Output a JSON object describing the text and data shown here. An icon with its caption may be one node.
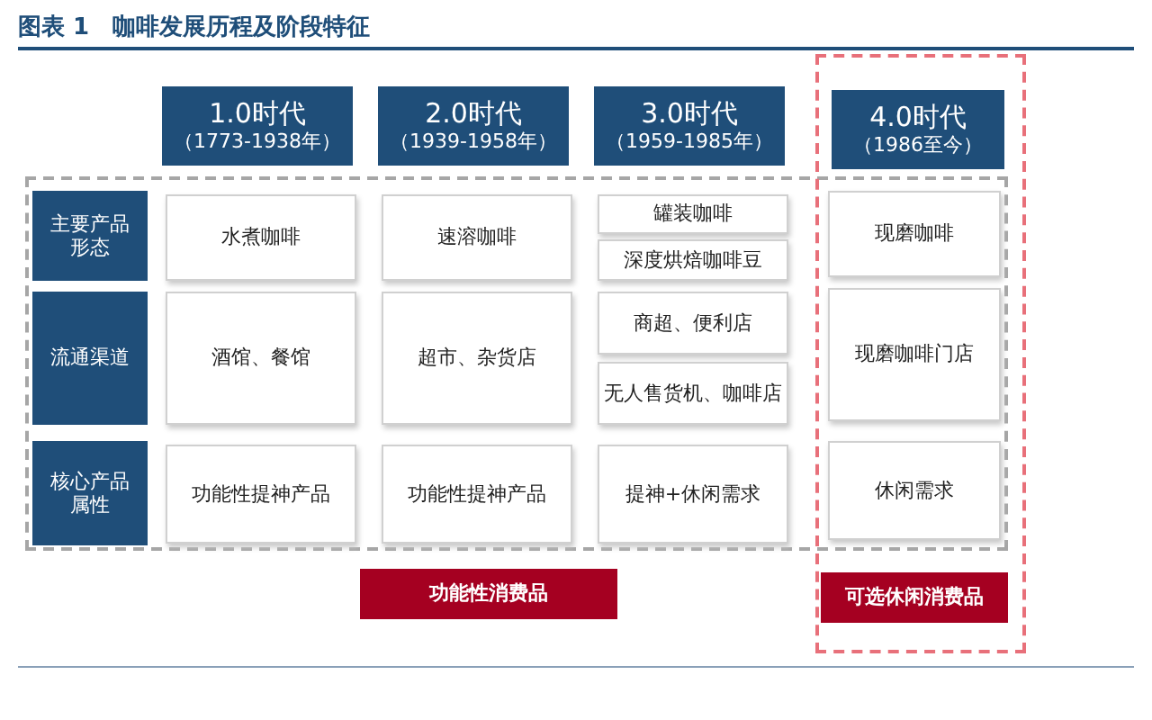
{
  "diagram": {
    "title": "图表 1　咖啡发展历程及阶段特征",
    "nodes": [
      {
        "text": [],
        "shape": "box"
      },
      {
        "text": [],
        "shape": "box"
      },
      {
        "text": [
          "1.0时代",
          "（1773-1938年）"
        ]
      },
      {
        "text": [
          "2.0时代",
          "（1939-1958年）"
        ]
      },
      {
        "text": [
          "3.0时代",
          "（1959-1985年）"
        ]
      },
      {
        "text": [
          "4.0时代",
          "（1986至今）"
        ],
        "in": 1
      },
      {
        "text": [
          "主要产品形态"
        ],
        "in": 0
      },
      {
        "text": [
          "水煮咖啡"
        ],
        "in": 0
      },
      {
        "text": [
          "速溶咖啡"
        ],
        "in": 0
      },
      {
        "text": [
          "罐装咖啡"
        ],
        "in": 0
      },
      {
        "text": [
          "深度烘焙咖啡豆"
        ],
        "in": 0
      },
      {
        "text": [
          "现磨咖啡"
        ]
      },
      {
        "text": [
          "流通渠道"
        ],
        "in": 0
      },
      {
        "text": [
          "酒馆、餐馆"
        ],
        "in": 0
      },
      {
        "text": [
          "超市、杂货店"
        ],
        "in": 0
      },
      {
        "text": [
          "商超、便利店"
        ],
        "in": 0
      },
      {
        "text": [
          "无人售货机、咖啡店"
        ],
        "in": 0
      },
      {
        "text": [
          "现磨咖啡门店"
        ]
      },
      {
        "text": [
          "核心产品属性"
        ],
        "in": 0
      },
      {
        "text": [
          "功能性提神产品"
        ],
        "in": 0
      },
      {
        "text": [
          "功能性提神产品"
        ],
        "in": 0
      },
      {
        "text": [
          "提神+休闲需求"
        ],
        "in": 0
      },
      {
        "text": [
          "休闲需求"
        ]
      },
      {
        "text": [
          "功能性消费品"
        ]
      },
      {
        "text": [
          "可选休闲消费品"
        ],
        "in": 1
      }
    ]
  }
}
